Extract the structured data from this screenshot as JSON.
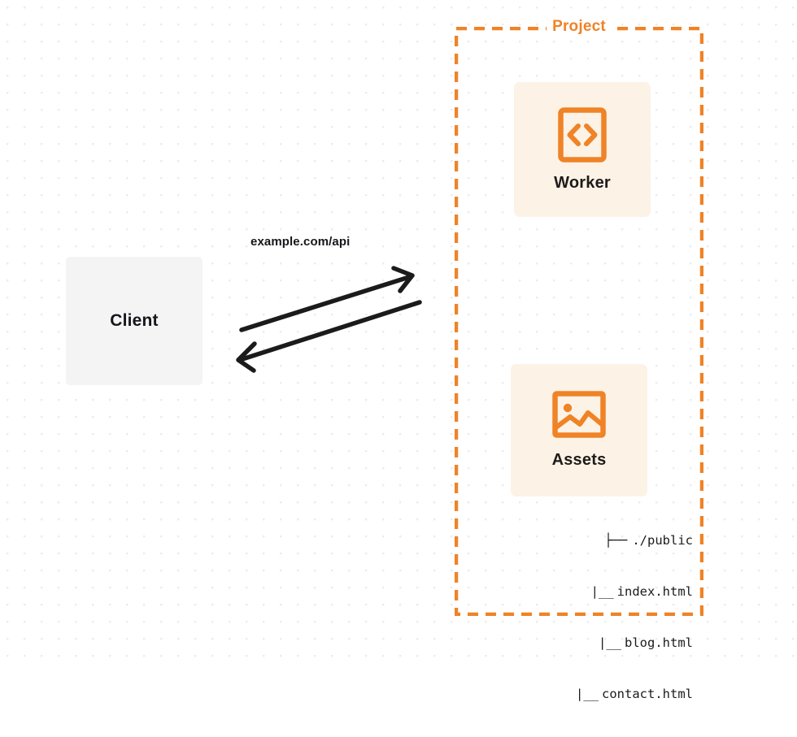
{
  "diagram": {
    "title": "Client to Project request flow",
    "colors": {
      "accent_orange": "#ef8326",
      "card_background": "#fdf2e6",
      "client_background": "#f4f4f5",
      "text_dark": "#17161a",
      "arrow": "#1c1b1b",
      "grid_dot": "#ececec"
    }
  },
  "client": {
    "label": "Client"
  },
  "connection": {
    "label": "example.com/api",
    "request_direction": "client-to-project",
    "response_direction": "project-to-client"
  },
  "project": {
    "title": "Project",
    "cards": [
      {
        "label": "Worker",
        "icon": "code-brackets-icon"
      },
      {
        "label": "Assets",
        "icon": "image-icon"
      }
    ],
    "file_tree": [
      {
        "branch": "├──",
        "name": "./public"
      },
      {
        "branch": "|__",
        "name": "index.html"
      },
      {
        "branch": "|__",
        "name": "blog.html"
      },
      {
        "branch": "|__",
        "name": "contact.html"
      }
    ]
  }
}
